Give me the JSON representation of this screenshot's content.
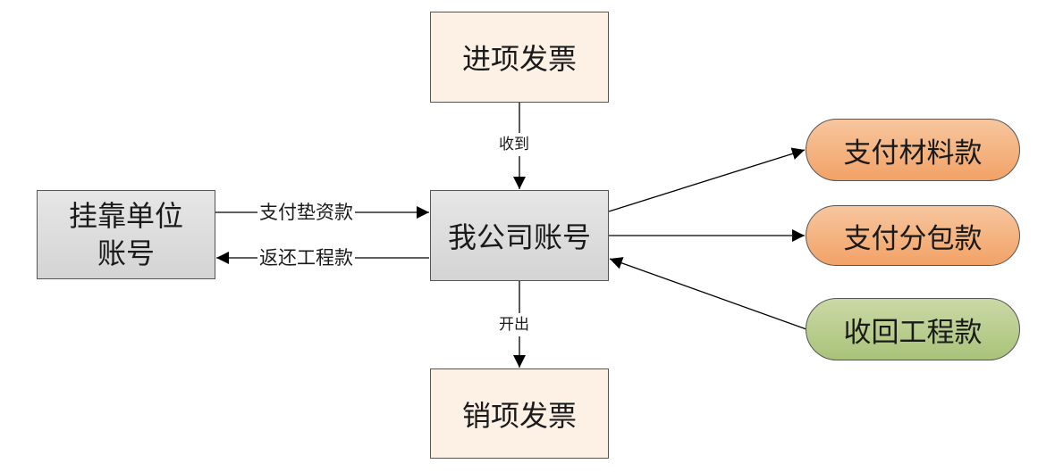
{
  "nodes": {
    "input_invoice": "进项发票",
    "affiliated_unit_line1": "挂靠单位",
    "affiliated_unit_line2": "账号",
    "company_account": "我公司账号",
    "output_invoice": "销项发票",
    "pay_material": "支付材料款",
    "pay_subcontract": "支付分包款",
    "collect_project": "收回工程款"
  },
  "edges": {
    "receive": "收到",
    "pay_advance": "支付垫资款",
    "return_project": "返还工程款",
    "issue": "开出"
  },
  "colors": {
    "peach_fill": "#fdf1e6",
    "gray_fill": "#dcdcdc",
    "orange_fill": "#f4b07f",
    "green_fill": "#b8cd8e",
    "stroke": "#000000"
  }
}
